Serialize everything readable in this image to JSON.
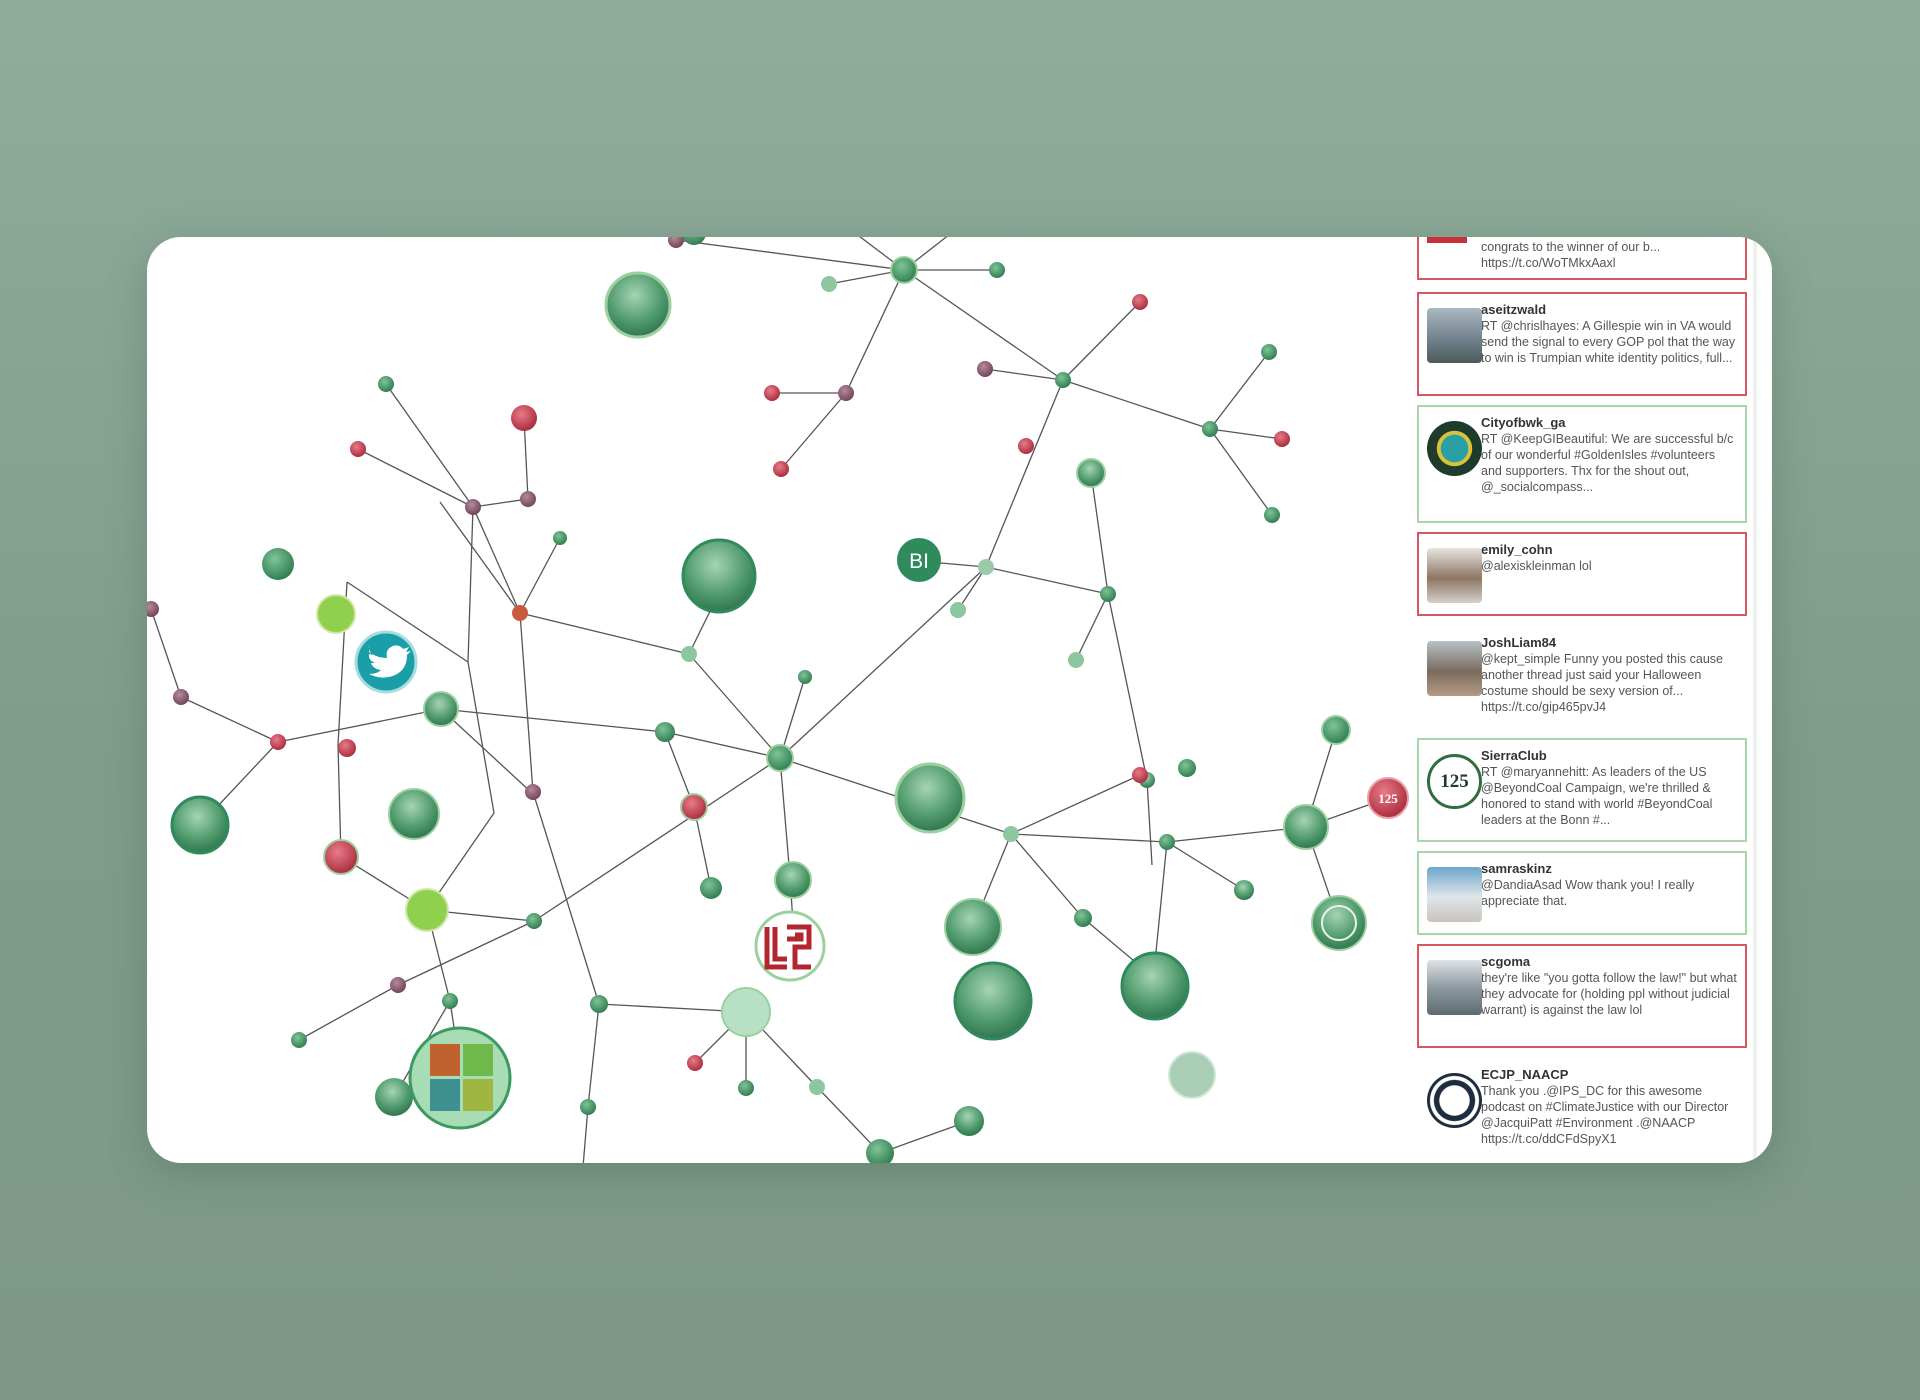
{
  "graph": {
    "node_badges": [
      {
        "id": "bi",
        "label": "BI"
      },
      {
        "id": "sierra-small",
        "label": "125"
      }
    ]
  },
  "feed": {
    "tweets": [
      {
        "user": "",
        "text": "congrats to the winner of our b... https://t.co/WoTMkxAaxl",
        "border": "red",
        "avatar": "flag-avatar"
      },
      {
        "user": "aseitzwald",
        "text": "RT @chrislhayes: A Gillespie win in VA would send the signal to every GOP pol that the way to win is Trumpian white identity politics, full...",
        "border": "red",
        "avatar": "photo-avatar"
      },
      {
        "user": "Cityofbwk_ga",
        "text": "RT @KeepGIBeautiful: We are successful b/c of our wonderful #GoldenIsles #volunteers and supporters. Thx for the shout out, @_socialcompass...",
        "border": "green",
        "avatar": "seal-avatar"
      },
      {
        "user": "emily_cohn",
        "text": "@alexiskleinman lol",
        "border": "red",
        "avatar": "photo-avatar"
      },
      {
        "user": "JoshLiam84",
        "text": "@kept_simple Funny you posted this cause another thread just said your Halloween costume should be sexy version of... https://t.co/gip465pvJ4",
        "border": "none",
        "avatar": "photo-avatar"
      },
      {
        "user": "SierraClub",
        "text": "RT @maryannehitt: As leaders of the US @BeyondCoal Campaign, we're thrilled & honored to stand with world #BeyondCoal leaders at the Bonn #...",
        "border": "green",
        "avatar": "sierra-avatar"
      },
      {
        "user": "samraskinz",
        "text": "@DandiaAsad Wow thank you! I really appreciate that.",
        "border": "green",
        "avatar": "photo-avatar"
      },
      {
        "user": "scgoma",
        "text": "they're like \"you gotta follow the law!\" but what they advocate for (holding ppl without judicial warrant) is against the law lol",
        "border": "red",
        "avatar": "photo-avatar"
      },
      {
        "user": "ECJP_NAACP",
        "text": "Thank you .@IPS_DC for this awesome podcast on #ClimateJustice with our Director @JacquiPatt #Environment .@NAACP https://t.co/ddCFdSpyX1",
        "border": "none",
        "avatar": "seal-avatar"
      }
    ],
    "sierra_badge": "125"
  },
  "colors": {
    "accent_green": "#2f8a5c",
    "node_red": "#c0394b",
    "border_green": "#a8d8a8",
    "border_red": "#d9565f",
    "twitter_teal": "#1a9fa8"
  }
}
